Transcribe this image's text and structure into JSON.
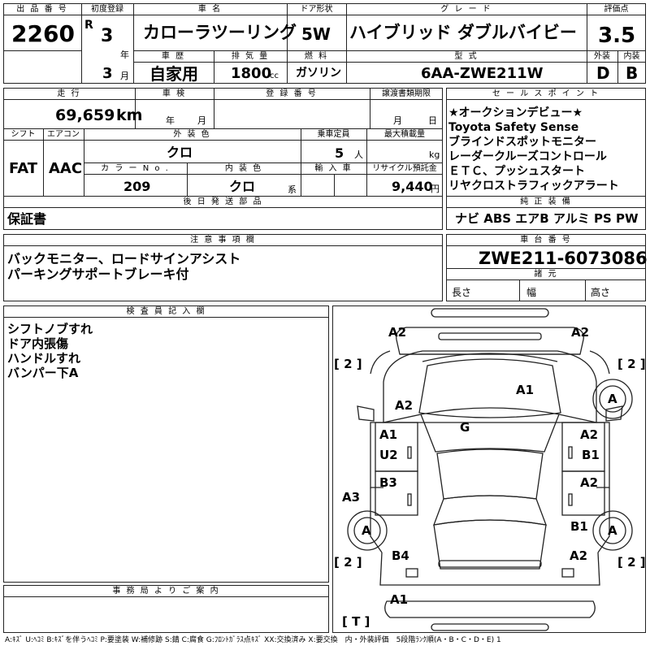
{
  "header": {
    "lot_no_label": "出 品 番 号",
    "lot_no": "2260",
    "first_reg_label": "初度登録",
    "era": "R",
    "reg_year": "3",
    "year_unit": "年",
    "reg_month": "3",
    "month_unit": "月",
    "car_name_label": "車 名",
    "car_name": "カローラツーリング",
    "door_label": "ドア形状",
    "door": "5W",
    "grade_label": "グ レ ー ド",
    "grade": "ハイブリッド ダブルバイビー",
    "score_label": "評価点",
    "score": "3.5",
    "history_label": "車 歴",
    "history": "自家用",
    "displacement_label": "排 気 量",
    "displacement": "1800",
    "displacement_unit": "cc",
    "fuel_label": "燃 料",
    "fuel": "ガソリン",
    "model_label": "型 式",
    "model": "6AA-ZWE211W",
    "exterior_label": "外装",
    "exterior_grade": "D",
    "interior_label": "内装",
    "interior_grade": "B"
  },
  "row2": {
    "mileage_label": "走 行",
    "mileage": "69,659",
    "mileage_unit": "km",
    "inspection_label": "車 検",
    "insp_year_unit": "年",
    "insp_month_unit": "月",
    "plate_label": "登 録 番 号",
    "transfer_label": "譲渡書類期限",
    "transfer_month_unit": "月",
    "transfer_day_unit": "日",
    "shift_label": "シフト",
    "ac_label": "エアコン",
    "shift": "FAT",
    "ac": "AAC",
    "color_label": "外 装 色",
    "color": "クロ",
    "capacity_label": "乗車定員",
    "capacity": "5",
    "capacity_unit": "人",
    "load_label": "最大積載量",
    "load_unit": "kg",
    "color_no_label": "カ ラ ー N o .",
    "color_no": "209",
    "int_color_label": "内 装 色",
    "int_color": "クロ",
    "int_color_unit": "系",
    "import_label": "輸 入 車",
    "recycle_label": "リサイクル預託金",
    "recycle": "9,440",
    "recycle_unit": "円"
  },
  "later_parts": {
    "label": "後 日 発 送 部 品",
    "value": "保証書"
  },
  "sales_points": {
    "label": "セ ー ル ス ポ イ ン ト",
    "items": [
      "★オークションデビュー★",
      "Toyota Safety Sense",
      "ブラインドスポットモニター",
      "レーダークルーズコントロール",
      "ＥＴＣ、プッシュスタート",
      "リヤクロストラフィックアラート"
    ]
  },
  "equipment": {
    "label": "純 正 装 備",
    "value": "ナビ ABS エアB アルミ PS PW"
  },
  "notes": {
    "label": "注 意 事 項 欄",
    "lines": [
      "バックモニター、ロードサインアシスト",
      "パーキングサポートブレーキ付"
    ]
  },
  "chassis": {
    "label": "車 台 番 号",
    "value": "ZWE211-6073086",
    "dims_label": "諸 元",
    "length_label": "長さ",
    "width_label": "幅",
    "height_label": "高さ"
  },
  "inspector": {
    "label": "検 査 員 記 入 欄",
    "lines": [
      "シフトノブすれ",
      "ドア内張傷",
      "ハンドルすれ",
      "バンパー下A"
    ]
  },
  "office": {
    "label": "事 務 局 よ り ご 案 内"
  },
  "diagram": {
    "marks": {
      "front_left": "A2",
      "front_right": "A2",
      "bracket_fl": "[ 2 ]",
      "bracket_fr": "[ 2 ]",
      "hood": "A1",
      "fender_left": "A2",
      "wheel_fr": "A",
      "roof": "G",
      "door_fl_a": "A1",
      "door_fl_u": "U2",
      "door_fr_a": "A2",
      "door_fr_b": "B1",
      "door_rl": "B3",
      "door_rr": "A2",
      "quarter_left": "A3",
      "wheel_rl": "A",
      "quarter_right": "B1",
      "wheel_rr": "A",
      "bracket_rl": "[ 2 ]",
      "bracket_rr": "[ 2 ]",
      "rear_left": "B4",
      "rear_right": "A2",
      "rear_bumper": "A1",
      "trunk": "[ T ]"
    }
  },
  "legend": "A:ｷｽﾞ U:ﾍｺﾐ B:ｷｽﾞを伴うﾍｺﾐ P:要塗装 W:補修跡 S:錆 C:腐食 G:ﾌﾛﾝﾄｶﾞﾗｽ点ｷｽﾞ XX:交換済み X:要交換　内・外装評価　5段階ﾗﾝｸ順(A・B・C・D・E) 1"
}
